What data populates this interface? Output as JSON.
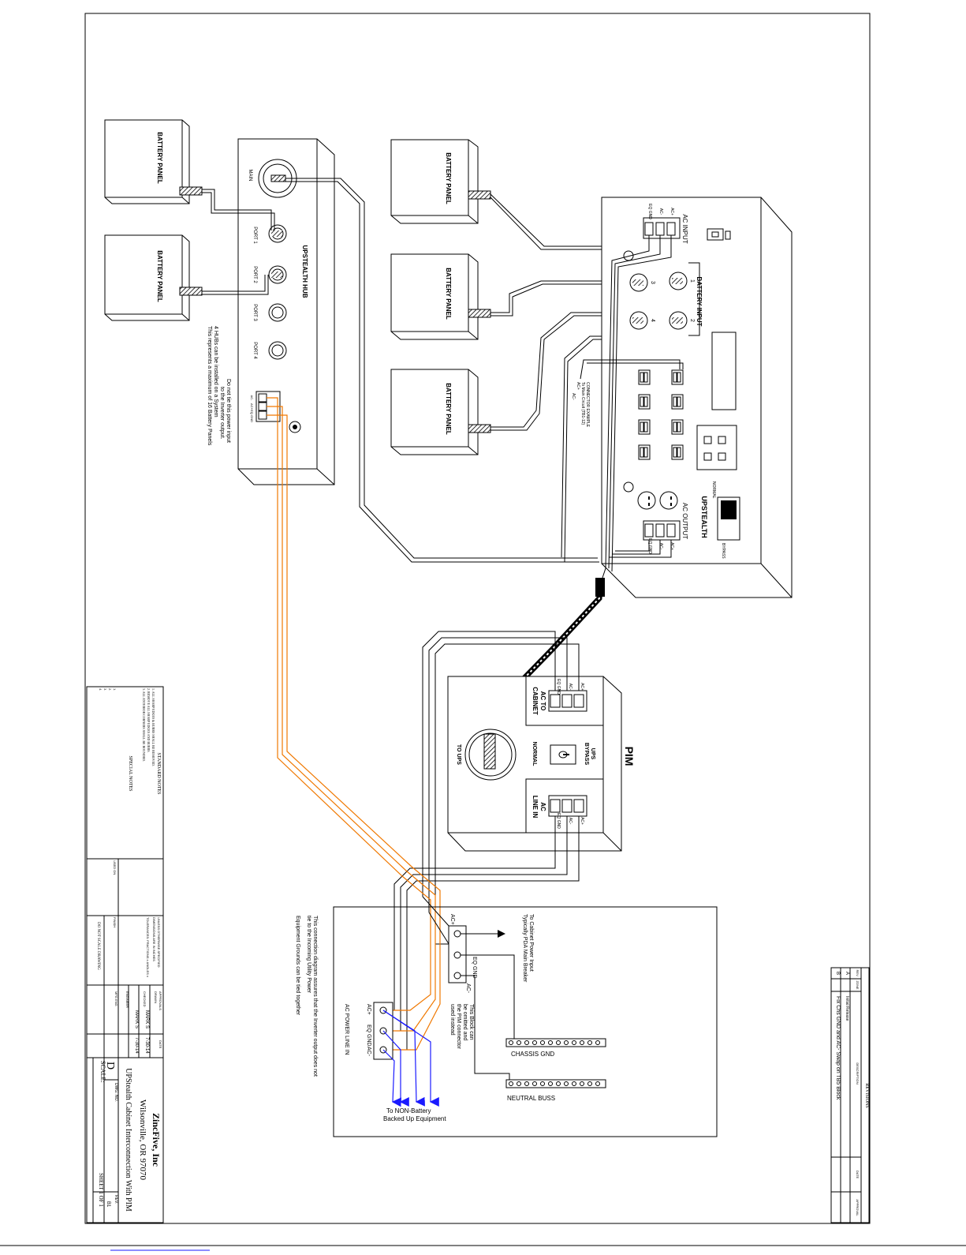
{
  "hub": {
    "title": "UPSTEALTH HUB",
    "main": "MAIN",
    "ports": [
      "PORT 1",
      "PORT 2",
      "PORT 3",
      "PORT 4"
    ],
    "terms": [
      "AC-",
      "AC+",
      "EQ GND"
    ],
    "note1a": "Do not tie this power input",
    "note1b": "to the Inverter output.",
    "note2a": "4 HUBs can be installed on a System",
    "note2b": "This represents a maximum of 16 Battery Panels"
  },
  "battery_panel": "BATTERY PANEL",
  "upstealth": {
    "title": "UPSTEALTH",
    "ac_input": "AC INPUT",
    "ac_output": "AC OUTPUT",
    "battery_input": "BATTERY INPUT",
    "normal": "NORMAL",
    "bypass": "BYPASS",
    "in_terms": [
      "AC+",
      "AC-",
      "EQ GND"
    ],
    "out_terms": [
      "AC+",
      "AC-",
      "EQ GND"
    ],
    "batt_nums": [
      "1",
      "2",
      "3",
      "4"
    ],
    "conn_ex1": "CONNECTOR EXAMPLE",
    "conn_ex2": "To Main Circuit (TB1-12)",
    "conn_ex3": "AC+",
    "conn_ex4": "AC-"
  },
  "pim": {
    "title": "PIM",
    "ac_cab1": "AC TO",
    "ac_cab2": "CABINET",
    "line_in1": "AC",
    "line_in2": "LINE IN",
    "ups_bypass1": "UPS",
    "ups_bypass2": "BYPASS",
    "normal": "NORMAL",
    "to_ups": "TO UPS",
    "terms": [
      "AC+",
      "AC-",
      "EQ GND"
    ]
  },
  "wiring": {
    "to_cabinet1": "To Cabinet Power Input",
    "to_cabinet2": "Typically PDA Main Breaker",
    "acp": "AC+",
    "eq_gnd": "EQ GND",
    "acm": "AC-",
    "block1": "This Block can",
    "block2": "be omitted and",
    "block3": "the PIM connector",
    "block4": "used instead",
    "chassis": "CHASSIS GND",
    "neutral": "NEUTRAL BUSS",
    "note1": "This connection diagram assures that the Inverter output does not",
    "note2": "tie to the Incoming Utility Power",
    "note3": "Equipment Grounds can be tied together",
    "power_line_in": "AC POWER LINE IN",
    "pl_terms": [
      "AC+",
      "EQ GND",
      "AC-"
    ],
    "to_non1": "To NON-Battery",
    "to_non2": "Backed Up Equipment"
  },
  "revisions": {
    "title": "REVISIONS",
    "rev_col": "REV.",
    "zone_col": "ZONE",
    "desc_col": "DESCRIPTION",
    "date_col": "DATE",
    "appr_col": "APPROVAL",
    "rows": [
      {
        "rev": "A",
        "desc": "Initial Release",
        "date": ""
      },
      {
        "rev": "B",
        "desc": "Fix Chs GND and AC- Swap on TB5 Block",
        "date": ""
      }
    ]
  },
  "notes": {
    "std_title": "STANDARD NOTES",
    "std": [
      "1. ALL SHARP EDGES & BURRS SHALL BE REMOVED.",
      "2. REMOVE ALL SHARP EDGES AND BURRS.",
      "3. ALL EXTERIOR CORNERS SHALL BE ROUNDED."
    ],
    "special_title": "SPECIAL NOTES",
    "special": [
      "1.",
      "2.",
      "3.",
      "4."
    ]
  },
  "title_block": {
    "approvals": "APPROVALS",
    "date": "DATE",
    "drawn": "DRAWN",
    "drawn_by": "MARK S",
    "drawn_date": "7-30-14",
    "checked": "CHECKED",
    "checked_by": "MARK S",
    "checked_date": "7-30-14",
    "engineer": "ENGINEER",
    "mfg": "MFG ENG",
    "unless1": "UNLESS OTHERWISE SPECIFIED",
    "unless2": "DIMENSIONS ARE IN INCHES",
    "tol": "TOLERANCES: FRACTIONS ± ANGLES ±",
    "finish": "FINISH",
    "used_on": "USED ON",
    "dns": "DO NOT SCALE DRAWING",
    "company": "ZincFive, Inc",
    "city": "Wilsonville, OR  97070",
    "dwg_title": "UPStealth Cabinet Interconnection With PIM",
    "size": "D",
    "dwg_no": "DWG. NO.",
    "rev": "REV.",
    "rev_val": "B1",
    "scale": "SCALE:",
    "sheet": "SHEET 1 OF 1"
  }
}
